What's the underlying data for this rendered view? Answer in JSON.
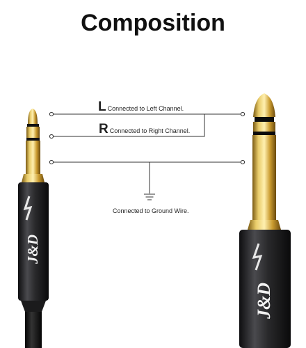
{
  "title": "Composition",
  "channels": {
    "left": {
      "letter": "L",
      "text": "Connected to Left Channel."
    },
    "right": {
      "letter": "R",
      "text": "Connected to Right Channel."
    },
    "ground": {
      "text": "Connected to Ground Wire."
    }
  },
  "brand": {
    "logo_text": "J&D"
  },
  "colors": {
    "gold": "#c9a23a",
    "barrel": "#2a2a2c",
    "cable": "#1a1a1a",
    "line": "#333333"
  },
  "icons": [
    "ground-symbol-icon",
    "lightning-icon"
  ]
}
